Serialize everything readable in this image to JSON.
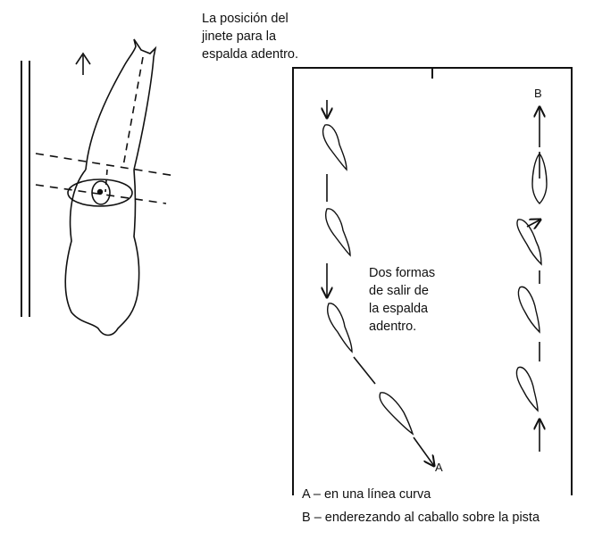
{
  "title_lines": [
    "La posición del",
    "jinete para la",
    "espalda adentro."
  ],
  "middle_lines": [
    "Dos formas",
    "de salir de",
    "la espalda",
    "adentro."
  ],
  "label_A": "A",
  "label_B": "B",
  "caption_A": "A – en una línea curva",
  "caption_B": "B – enderezando al caballo sobre la pista",
  "colors": {
    "ink": "#111111",
    "background": "#ffffff"
  }
}
